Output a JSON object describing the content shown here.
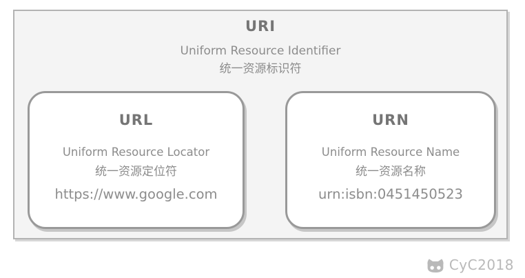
{
  "uri": {
    "title": "URI",
    "subtitle_en": "Uniform Resource Identifier",
    "subtitle_zh": "统一资源标识符"
  },
  "boxes": [
    {
      "title": "URL",
      "name_en": "Uniform Resource Locator",
      "name_zh": "统一资源定位符",
      "example": "https://www.google.com"
    },
    {
      "title": "URN",
      "name_en": "Uniform Resource Name",
      "name_zh": "统一资源名称",
      "example": "urn:isbn:0451450523"
    }
  ],
  "watermark": {
    "label": "CyC2018",
    "icon": "github-cat-icon"
  },
  "colors": {
    "outer_background": "#f4f4f4",
    "outer_border": "#b3b3b3",
    "inner_background": "#ffffff",
    "inner_border": "#999999",
    "body_text": "#8c8c8c",
    "title_text": "#757575",
    "watermark": "#b9b9b9"
  }
}
